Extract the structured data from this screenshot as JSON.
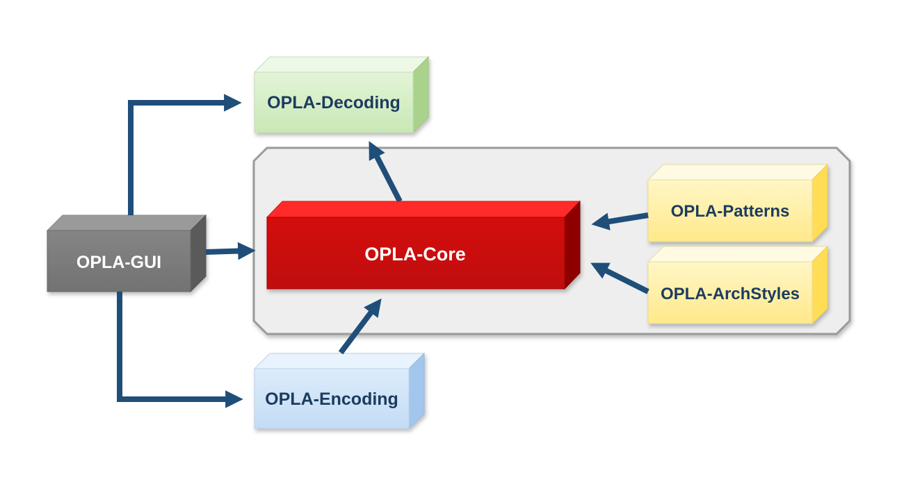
{
  "diagram": {
    "modules": {
      "gui": {
        "label": "OPLA-GUI"
      },
      "decoding": {
        "label": "OPLA-Decoding"
      },
      "core": {
        "label": "OPLA-Core"
      },
      "patterns": {
        "label": "OPLA-Patterns"
      },
      "archstyles": {
        "label": "OPLA-ArchStyles"
      },
      "encoding": {
        "label": "OPLA-Encoding"
      }
    },
    "connections": [
      {
        "from": "OPLA-GUI",
        "to": "OPLA-Decoding"
      },
      {
        "from": "OPLA-GUI",
        "to": "OPLA-Core"
      },
      {
        "from": "OPLA-GUI",
        "to": "OPLA-Encoding"
      },
      {
        "from": "OPLA-Core",
        "to": "OPLA-Decoding"
      },
      {
        "from": "OPLA-Encoding",
        "to": "OPLA-Core"
      },
      {
        "from": "OPLA-Patterns",
        "to": "OPLA-Core"
      },
      {
        "from": "OPLA-ArchStyles",
        "to": "OPLA-Core"
      }
    ],
    "colors": {
      "arrow": "#1f4e79",
      "gui": "#7a7a7a",
      "decoding": "#d4edc4",
      "core": "#c80a0a",
      "patterns": "#fff0a8",
      "archstyles": "#fff0a8",
      "encoding": "#cfe3f7",
      "container": "#eeeeee"
    }
  }
}
